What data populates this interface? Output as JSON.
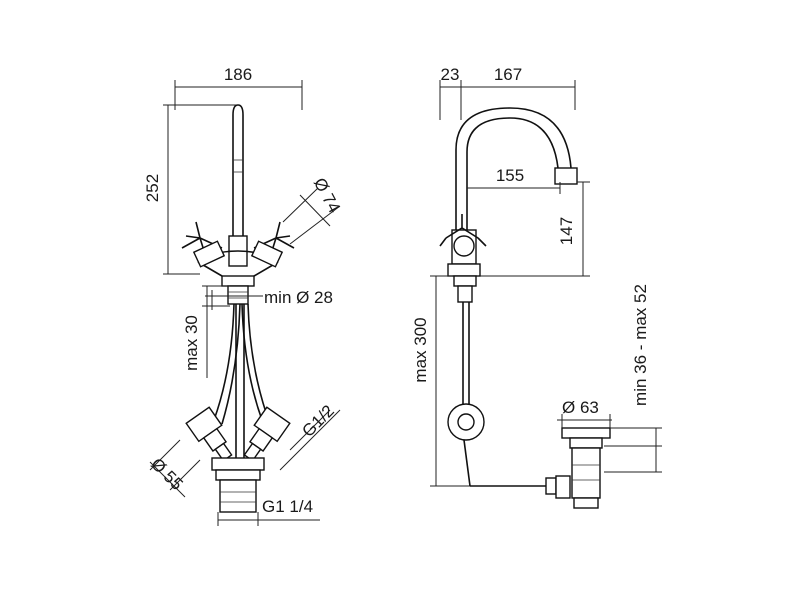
{
  "drawing": {
    "dim_width_front": "186",
    "dim_height_front": "252",
    "dim_handle_dia": "Ø 74",
    "dim_min_hole": "min Ø 28",
    "dim_max_thickness": "max 30",
    "dim_thread_small": "G1/2",
    "dim_nut_dia": "Ø 55",
    "dim_thread_large": "G1 1/4",
    "dim_offset_side": "23",
    "dim_reach_side": "167",
    "dim_inner_reach": "155",
    "dim_spout_height": "147",
    "dim_rod_length": "max 300",
    "dim_waste_dia": "Ø 63",
    "dim_waste_height": "min 36 - max 52"
  }
}
